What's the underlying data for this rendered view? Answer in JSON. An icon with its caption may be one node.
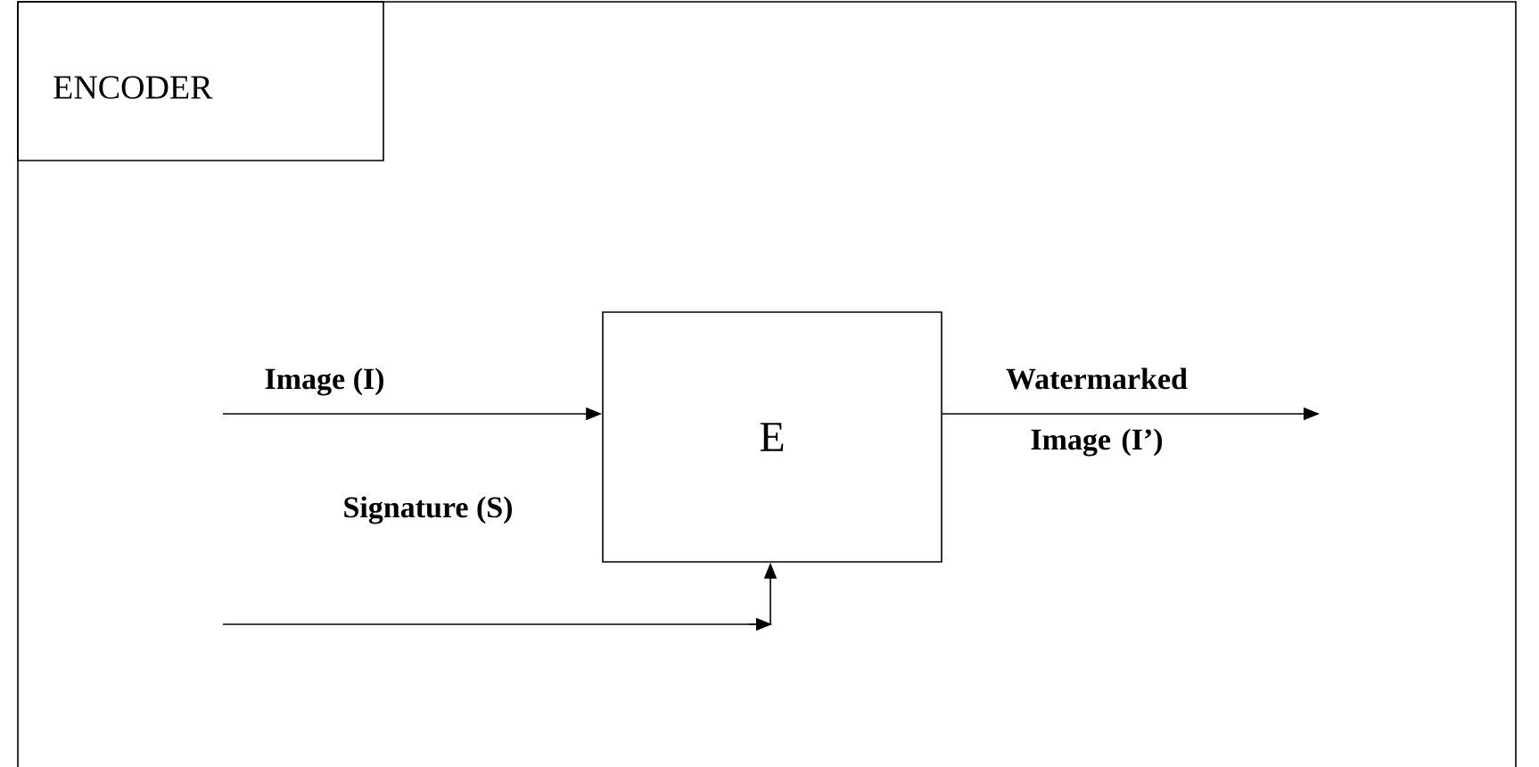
{
  "diagram": {
    "nodes": [
      {
        "text": [
          "ENCODER"
        ]
      },
      {
        "text": [
          "E"
        ],
        "in": 0
      }
    ],
    "edges": [
      {
        "from": null,
        "to": 1,
        "arrow": "to",
        "label": "Image (I)"
      },
      {
        "from": 1,
        "to": null,
        "arrow": "to",
        "label": "Watermarked Image (I’)"
      },
      {
        "from": null,
        "to": 1,
        "arrow": "to",
        "label": "Signature (S)"
      }
    ]
  }
}
